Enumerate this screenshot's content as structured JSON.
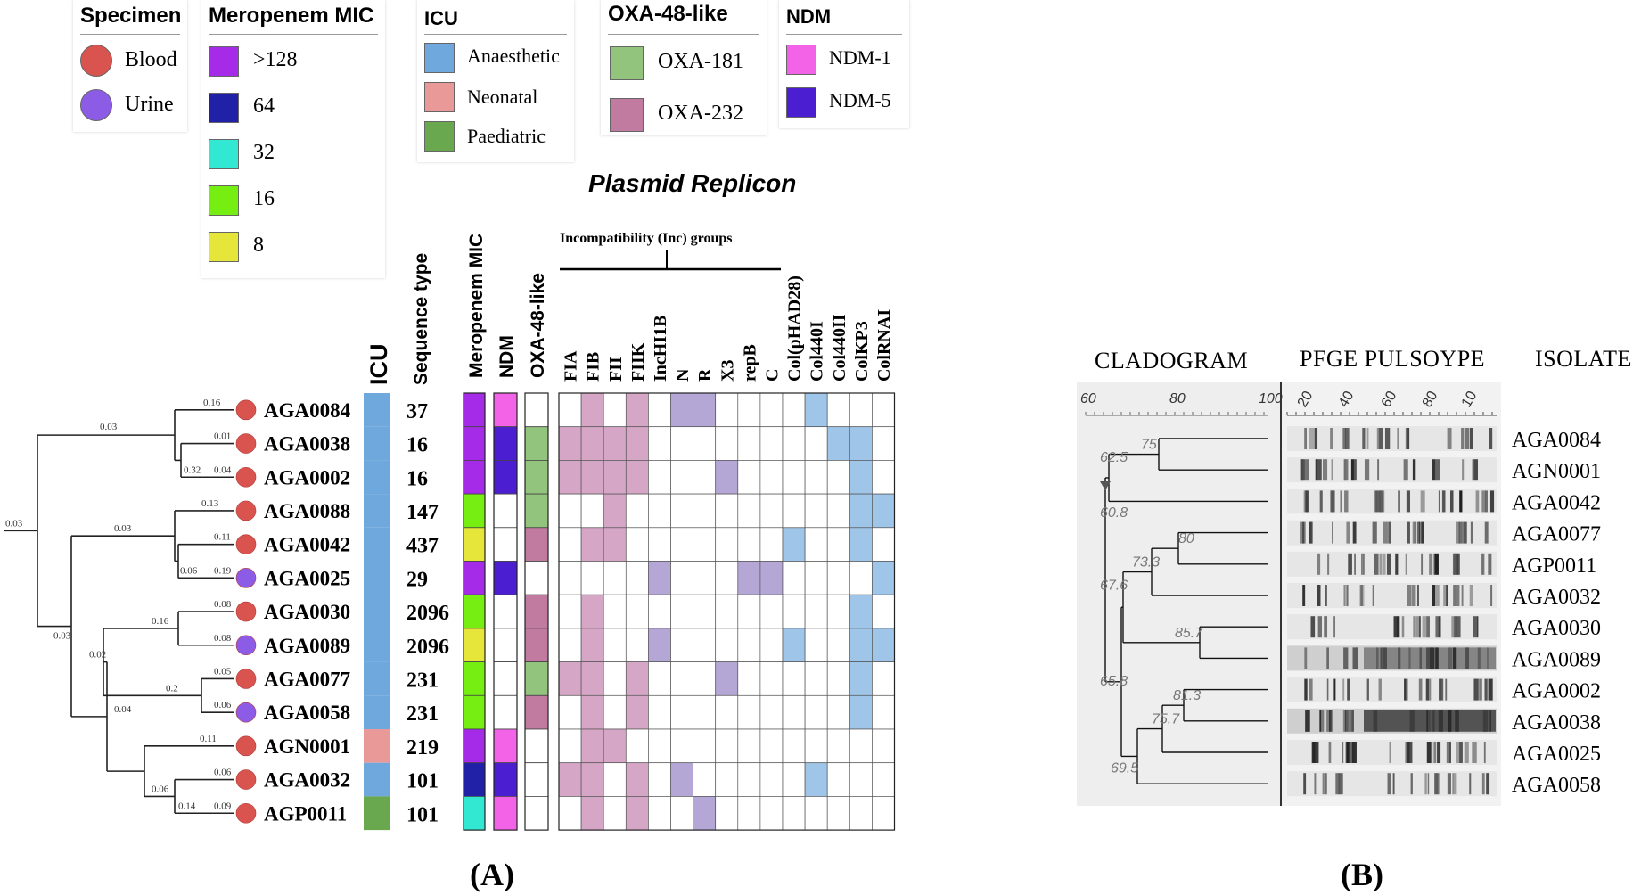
{
  "legends": {
    "specimen": {
      "title": "Specimen",
      "items": [
        {
          "label": "Blood",
          "color": "#d9534f"
        },
        {
          "label": "Urine",
          "color": "#8c5ce6"
        }
      ]
    },
    "meropenem": {
      "title": "Meropenem MIC",
      "items": [
        {
          "label": ">128",
          "color": "#a52be8"
        },
        {
          "label": "64",
          "color": "#2121a8"
        },
        {
          "label": "32",
          "color": "#33e8d2"
        },
        {
          "label": "16",
          "color": "#77ee11"
        },
        {
          "label": "8",
          "color": "#e6e63a"
        }
      ]
    },
    "icu": {
      "title": "ICU",
      "items": [
        {
          "label": "Anaesthetic",
          "color": "#6fa8dc"
        },
        {
          "label": "Neonatal",
          "color": "#ea9999"
        },
        {
          "label": "Paediatric",
          "color": "#6aa84f"
        }
      ]
    },
    "oxa": {
      "title": "OXA-48-like",
      "items": [
        {
          "label": "OXA-181",
          "color": "#93c47d"
        },
        {
          "label": "OXA-232",
          "color": "#c27ba0"
        }
      ]
    },
    "ndm": {
      "title": "NDM",
      "items": [
        {
          "label": "NDM-1",
          "color": "#f263e8"
        },
        {
          "label": "NDM-5",
          "color": "#4b1fd1"
        }
      ]
    }
  },
  "panel_a": {
    "letter": "(A)",
    "plasmid_title": "Plasmid Replicon",
    "inc_group_label": "Incompatibility (Inc) groups",
    "column_headers": {
      "icu": "ICU",
      "sequence_type": "Sequence type",
      "meropenem": "Meropenem MIC",
      "ndm": "NDM",
      "oxa": "OXA-48-like"
    },
    "replicon_columns": [
      "FIA",
      "FIB",
      "FII",
      "FIIK",
      "IncHI1B",
      "N",
      "R",
      "X3",
      "repB",
      "C",
      "Col(pHAD28)",
      "Col440I",
      "Col440II",
      "ColKP3",
      "ColRNAI"
    ],
    "isolates": [
      {
        "name": "AGA0084",
        "specimen": "Blood",
        "icu": "Anaesthetic",
        "st": "37",
        "mic": ">128",
        "ndm": "NDM-1",
        "oxa": "",
        "replicons": [
          "FIB",
          "FIIK",
          "N",
          "R",
          "Col440I"
        ]
      },
      {
        "name": "AGA0038",
        "specimen": "Blood",
        "icu": "Anaesthetic",
        "st": "16",
        "mic": ">128",
        "ndm": "NDM-5",
        "oxa": "OXA-181",
        "replicons": [
          "FIA",
          "FIB",
          "FII",
          "FIIK",
          "Col440II",
          "ColKP3"
        ]
      },
      {
        "name": "AGA0002",
        "specimen": "Blood",
        "icu": "Anaesthetic",
        "st": "16",
        "mic": ">128",
        "ndm": "NDM-5",
        "oxa": "OXA-181",
        "replicons": [
          "FIA",
          "FIB",
          "FII",
          "FIIK",
          "X3",
          "ColKP3"
        ]
      },
      {
        "name": "AGA0088",
        "specimen": "Blood",
        "icu": "Anaesthetic",
        "st": "147",
        "mic": "16",
        "ndm": "",
        "oxa": "OXA-181",
        "replicons": [
          "FII",
          "ColKP3",
          "ColRNAI"
        ]
      },
      {
        "name": "AGA0042",
        "specimen": "Blood",
        "icu": "Anaesthetic",
        "st": "437",
        "mic": "8",
        "ndm": "",
        "oxa": "OXA-232",
        "replicons": [
          "FIB",
          "FII",
          "Col(pHAD28)",
          "ColKP3"
        ]
      },
      {
        "name": "AGA0025",
        "specimen": "Urine",
        "icu": "Anaesthetic",
        "st": "29",
        "mic": ">128",
        "ndm": "NDM-5",
        "oxa": "",
        "replicons": [
          "IncHI1B",
          "repB",
          "C",
          "ColRNAI"
        ]
      },
      {
        "name": "AGA0030",
        "specimen": "Blood",
        "icu": "Anaesthetic",
        "st": "2096",
        "mic": "16",
        "ndm": "",
        "oxa": "OXA-232",
        "replicons": [
          "FIB",
          "ColKP3"
        ]
      },
      {
        "name": "AGA0089",
        "specimen": "Urine",
        "icu": "Anaesthetic",
        "st": "2096",
        "mic": "8",
        "ndm": "",
        "oxa": "OXA-232",
        "replicons": [
          "FIB",
          "IncHI1B",
          "Col(pHAD28)",
          "ColKP3",
          "ColRNAI"
        ]
      },
      {
        "name": "AGA0077",
        "specimen": "Blood",
        "icu": "Anaesthetic",
        "st": "231",
        "mic": "16",
        "ndm": "",
        "oxa": "OXA-181",
        "replicons": [
          "FIA",
          "FIB",
          "FIIK",
          "X3",
          "ColKP3"
        ]
      },
      {
        "name": "AGA0058",
        "specimen": "Urine",
        "icu": "Anaesthetic",
        "st": "231",
        "mic": "16",
        "ndm": "",
        "oxa": "OXA-232",
        "replicons": [
          "FIB",
          "FIIK",
          "ColKP3"
        ]
      },
      {
        "name": "AGN0001",
        "specimen": "Blood",
        "icu": "Neonatal",
        "st": "219",
        "mic": ">128",
        "ndm": "NDM-1",
        "oxa": "",
        "replicons": [
          "FIB",
          "FII"
        ]
      },
      {
        "name": "AGA0032",
        "specimen": "Blood",
        "icu": "Anaesthetic",
        "st": "101",
        "mic": "64",
        "ndm": "NDM-5",
        "oxa": "",
        "replicons": [
          "FIA",
          "FIB",
          "FIIK",
          "N",
          "Col440I"
        ]
      },
      {
        "name": "AGP0011",
        "specimen": "Blood",
        "icu": "Paediatric",
        "st": "101",
        "mic": "32",
        "ndm": "NDM-1",
        "oxa": "",
        "replicons": [
          "FIB",
          "FIIK",
          "R"
        ]
      }
    ],
    "replicon_fill": {
      "FIA": "#d6a6c6",
      "FIB": "#d6a6c6",
      "FII": "#d6a6c6",
      "FIIK": "#d6a6c6",
      "IncHI1B": "#b4a7d6",
      "N": "#b4a7d6",
      "R": "#b4a7d6",
      "X3": "#b4a7d6",
      "repB": "#b4a7d6",
      "C": "#b4a7d6",
      "Col(pHAD28)": "#9fc5e8",
      "Col440I": "#9fc5e8",
      "Col440II": "#9fc5e8",
      "ColKP3": "#9fc5e8",
      "ColRNAI": "#9fc5e8"
    },
    "branch_labels": [
      "0.16",
      "0.03",
      "0.01",
      "0.32",
      "0.04",
      "0.13",
      "0.03",
      "0.11",
      "0.06",
      "0.19",
      "0.03",
      "0.08",
      "0.16",
      "0.08",
      "0.05",
      "0.2",
      "0.06",
      "0.02",
      "0.04",
      "0.11",
      "0.06",
      "0.06",
      "0.14",
      "0.09",
      "0.03"
    ]
  },
  "panel_b": {
    "letter": "(B)",
    "cladogram_header": "CLADOGRAM",
    "pfge_header": "PFGE PULSOYPE",
    "isolate_header": "ISOLATE",
    "clado_scale": [
      "60",
      "80",
      "100"
    ],
    "pfge_scale": [
      "20",
      "40",
      "60",
      "80",
      "10"
    ],
    "node_labels": [
      "75",
      "62.5",
      "80",
      "73.3",
      "60.8",
      "67.6",
      "85.7",
      "65.8",
      "81.3",
      "75.7",
      "69.5"
    ],
    "isolates": [
      "AGA0084",
      "AGN0001",
      "AGA0042",
      "AGA0077",
      "AGP0011",
      "AGA0032",
      "AGA0030",
      "AGA0089",
      "AGA0002",
      "AGA0038",
      "AGA0025",
      "AGA0058"
    ]
  }
}
